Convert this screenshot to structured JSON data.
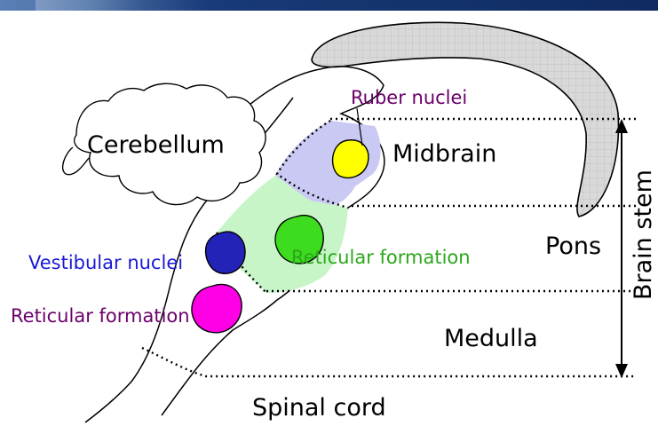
{
  "labels": {
    "cerebellum": "Cerebellum",
    "midbrain": "Midbrain",
    "pons": "Pons",
    "medulla": "Medulla",
    "spinal_cord": "Spinal cord",
    "brain_stem": "Brain stem",
    "ruber_nuclei": "Ruber nuclei",
    "vestibular_nuclei": "Vestibular nuclei",
    "reticular_formation_green": "Reticular formation",
    "reticular_formation_magenta": "Reticular formation"
  },
  "colors": {
    "ruber_nuclei": "#ffff00",
    "vestibular_nuclei": "#2323b8",
    "reticular_formation_green": "#3ddc1e",
    "reticular_formation_magenta": "#ff00e6",
    "midbrain_region": "#c9c9f3",
    "pons_region": "#c8f5c8",
    "corpus_callosum": "#d6d6d6",
    "label_purple": "#6b006b",
    "label_blue": "#1a1ad6",
    "label_green": "#2aa81a",
    "header_bar": "#183a78"
  }
}
